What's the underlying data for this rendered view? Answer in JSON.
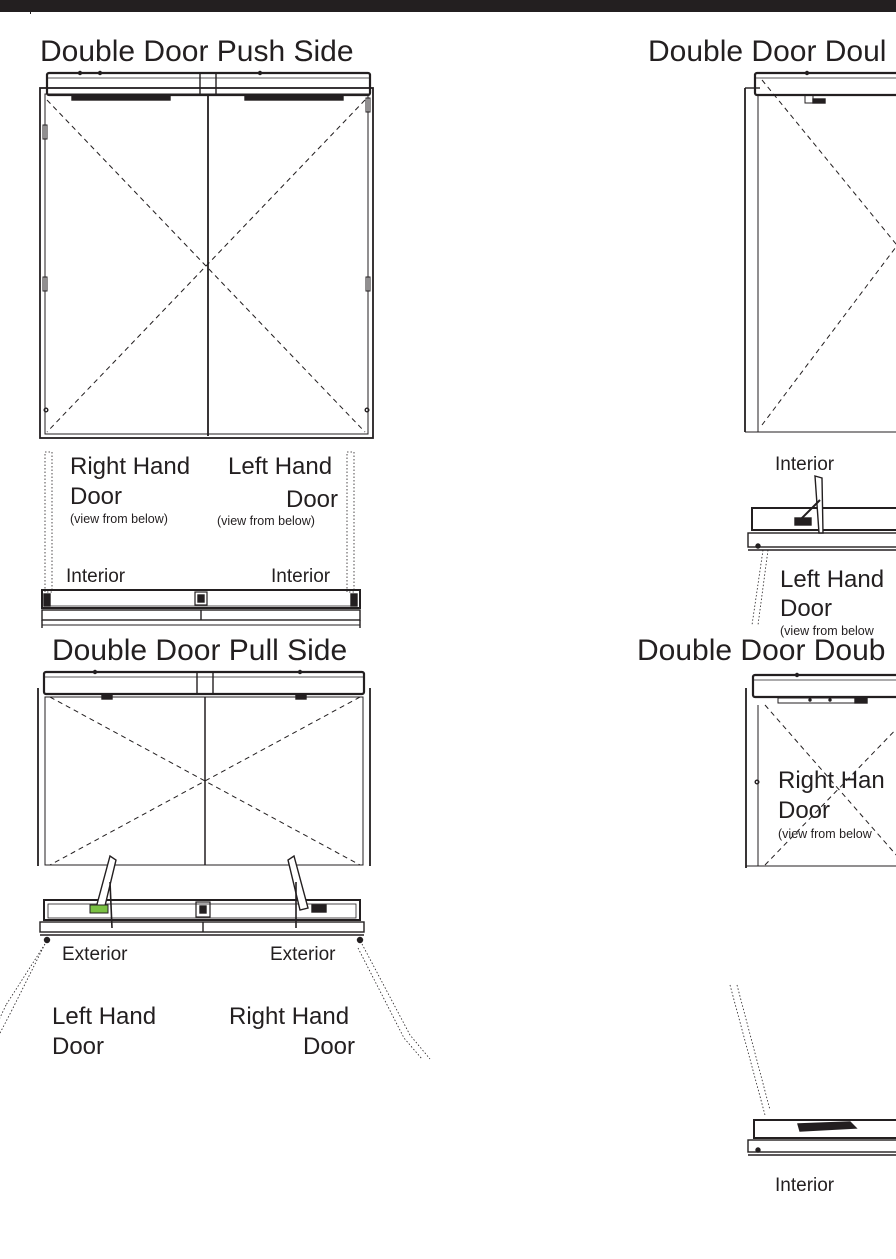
{
  "titles": {
    "push_side": "Double Door Push Side",
    "pull_side": "Double Door Pull Side",
    "double_top": "Double Door Doul",
    "double_bottom": "Double Door Doub"
  },
  "push_labels": {
    "right_hand": "Right Hand",
    "right_door": "Door",
    "right_view": "(view from below)",
    "left_hand": "Left Hand",
    "left_door": "Door",
    "left_view": "(view from below)",
    "interior_left": "Interior",
    "interior_right": "Interior"
  },
  "pull_labels": {
    "exterior_left": "Exterior",
    "exterior_right": "Exterior",
    "left_hand": "Left Hand",
    "left_door": "Door",
    "right_hand": "Right Hand",
    "right_door": "Door"
  },
  "double_top_labels": {
    "interior": "Interior",
    "left_hand": "Left Hand",
    "door": "Door",
    "view": "(view from below"
  },
  "double_bottom_labels": {
    "right_hand": "Right Han",
    "door": "Door",
    "view": "(view from below",
    "interior": "Interior"
  },
  "colors": {
    "line": "#231f20",
    "arm_green": "#7ac143"
  }
}
